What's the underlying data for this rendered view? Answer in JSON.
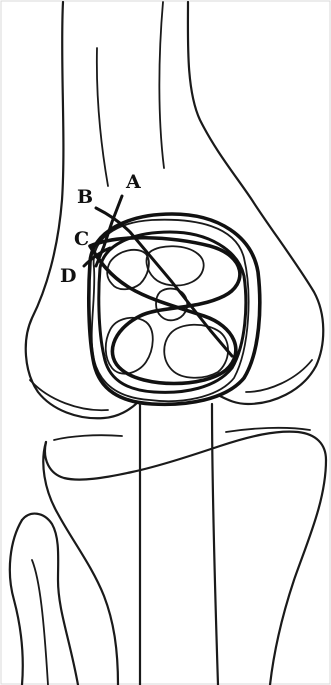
{
  "diagram": {
    "labels": {
      "a": "A",
      "b": "B",
      "c": "C",
      "d": "D"
    },
    "colors": {
      "line": "#1a1a1a",
      "background": "#ffffff"
    }
  }
}
